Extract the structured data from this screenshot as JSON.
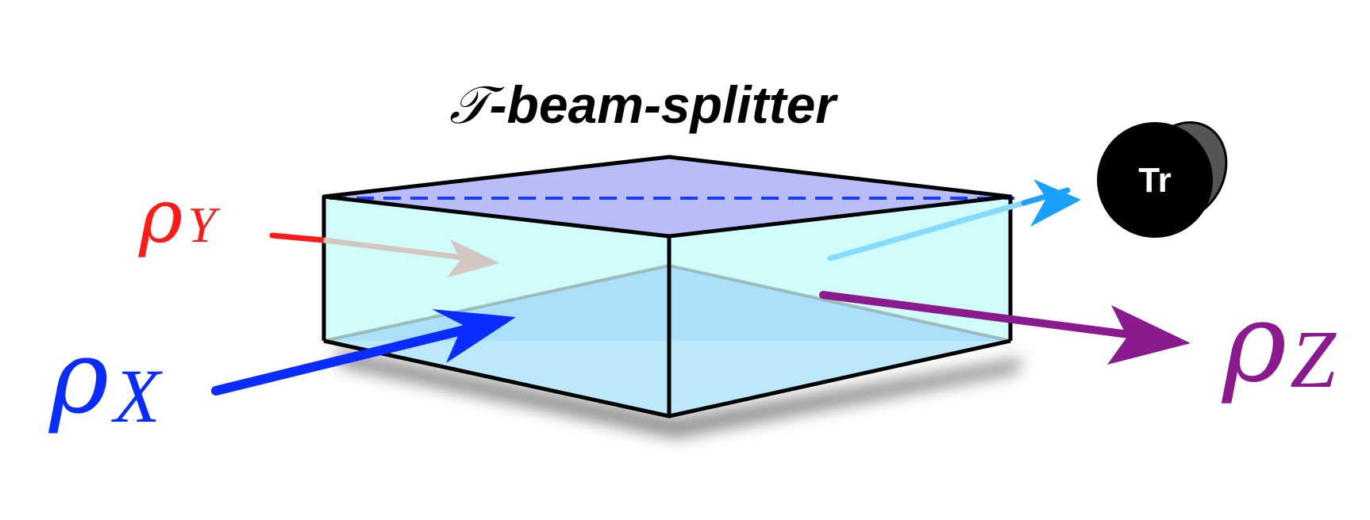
{
  "title": {
    "symbol": "𝒯",
    "text": "-beam-splitter"
  },
  "inputs": [
    {
      "id": "rho_Y",
      "rho": "ρ",
      "subscript": "Y",
      "color": "#ff1a1a"
    },
    {
      "id": "rho_X",
      "rho": "ρ",
      "subscript": "X",
      "color": "#0a2cff"
    }
  ],
  "outputs": [
    {
      "id": "rho_Z",
      "rho": "ρ",
      "subscript": "Z",
      "color": "#8a1a8e"
    }
  ],
  "trace": {
    "label": "Tr",
    "color": "#000000"
  },
  "colors": {
    "box_top": "#b8bcf7",
    "box_body": "#c8fbfa",
    "box_bottom": "#7a7ff5",
    "dashed_line": "#1a3cff",
    "traced_arrow": "#1aa0ff",
    "edge": "#000000"
  }
}
